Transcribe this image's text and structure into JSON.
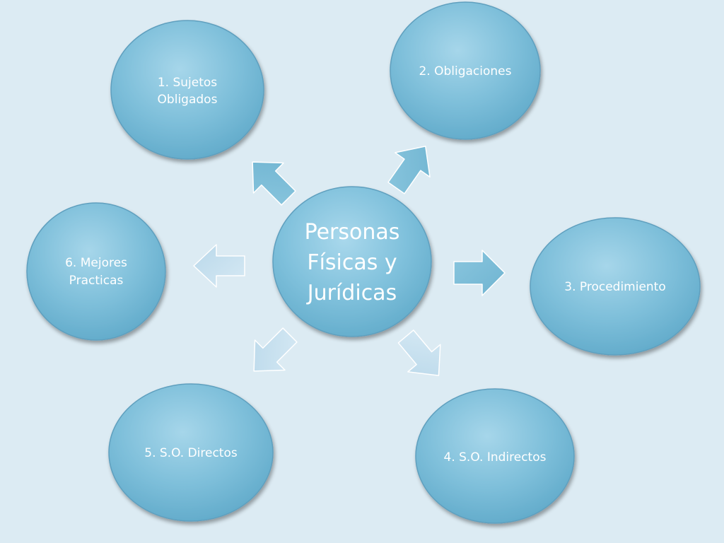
{
  "diagram": {
    "background_color": "#dcebf3",
    "center": {
      "lines": [
        "Personas",
        "Físicas y",
        "Jurídicas"
      ]
    },
    "nodes": [
      {
        "id": "sujetos-obligados",
        "lines": [
          "1. Sujetos",
          "Obligados"
        ]
      },
      {
        "id": "obligaciones",
        "lines": [
          "2. Obligaciones"
        ]
      },
      {
        "id": "procedimiento",
        "lines": [
          "3. Procedimiento"
        ]
      },
      {
        "id": "so-indirectos",
        "lines": [
          "4. S.O. Indirectos"
        ]
      },
      {
        "id": "so-directos",
        "lines": [
          "5. S.O. Directos"
        ]
      },
      {
        "id": "mejores-practicas",
        "lines": [
          "6. Mejores",
          "Practicas"
        ]
      }
    ],
    "colors": {
      "node_fill": "#7ebfda",
      "node_fill_light": "#a6d6ea",
      "node_fill_dark": "#5fa9c9",
      "node_border": "#5f9fbe",
      "arrow_dark": "#79bcd7",
      "arrow_light": "#c6e0ef"
    }
  }
}
